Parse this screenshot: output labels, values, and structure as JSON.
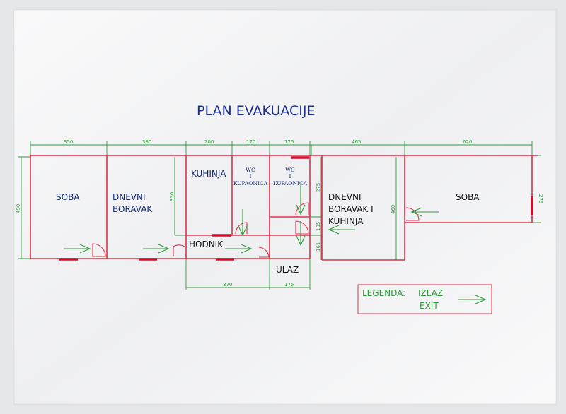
{
  "title": "PLAN EVAKUACIJE",
  "rooms": {
    "soba_left": "SOBA",
    "dnevni_boravak": [
      "DNEVNI",
      "BORAVAK"
    ],
    "kuhinja": "KUHINJA",
    "wc1": [
      "WC",
      "I",
      "KUPAONICA"
    ],
    "wc2": [
      "WC",
      "I",
      "KUPAONICA"
    ],
    "hodnik": "HODNIK",
    "ulaz": "ULAZ",
    "dnevni_boravak_kuhinja": [
      "DNEVNI",
      "BORAVAK I",
      "KUHINJA"
    ],
    "soba_right": "SOBA"
  },
  "dimensions": {
    "top": [
      "350",
      "380",
      "200",
      "170",
      "175",
      "465",
      "620"
    ],
    "bottom": [
      "370",
      "175"
    ],
    "left": "490",
    "kitchen_side": "330",
    "right_block": [
      "275",
      "105",
      "161"
    ],
    "right_room_height": "460",
    "far_right": "275"
  },
  "legend": {
    "label": "LEGENDA:",
    "izlaz": "IZLAZ",
    "exit": "EXIT"
  },
  "colors": {
    "walls": "#e03048",
    "dimensions": "#2f9a3c",
    "text": "#152a70"
  }
}
